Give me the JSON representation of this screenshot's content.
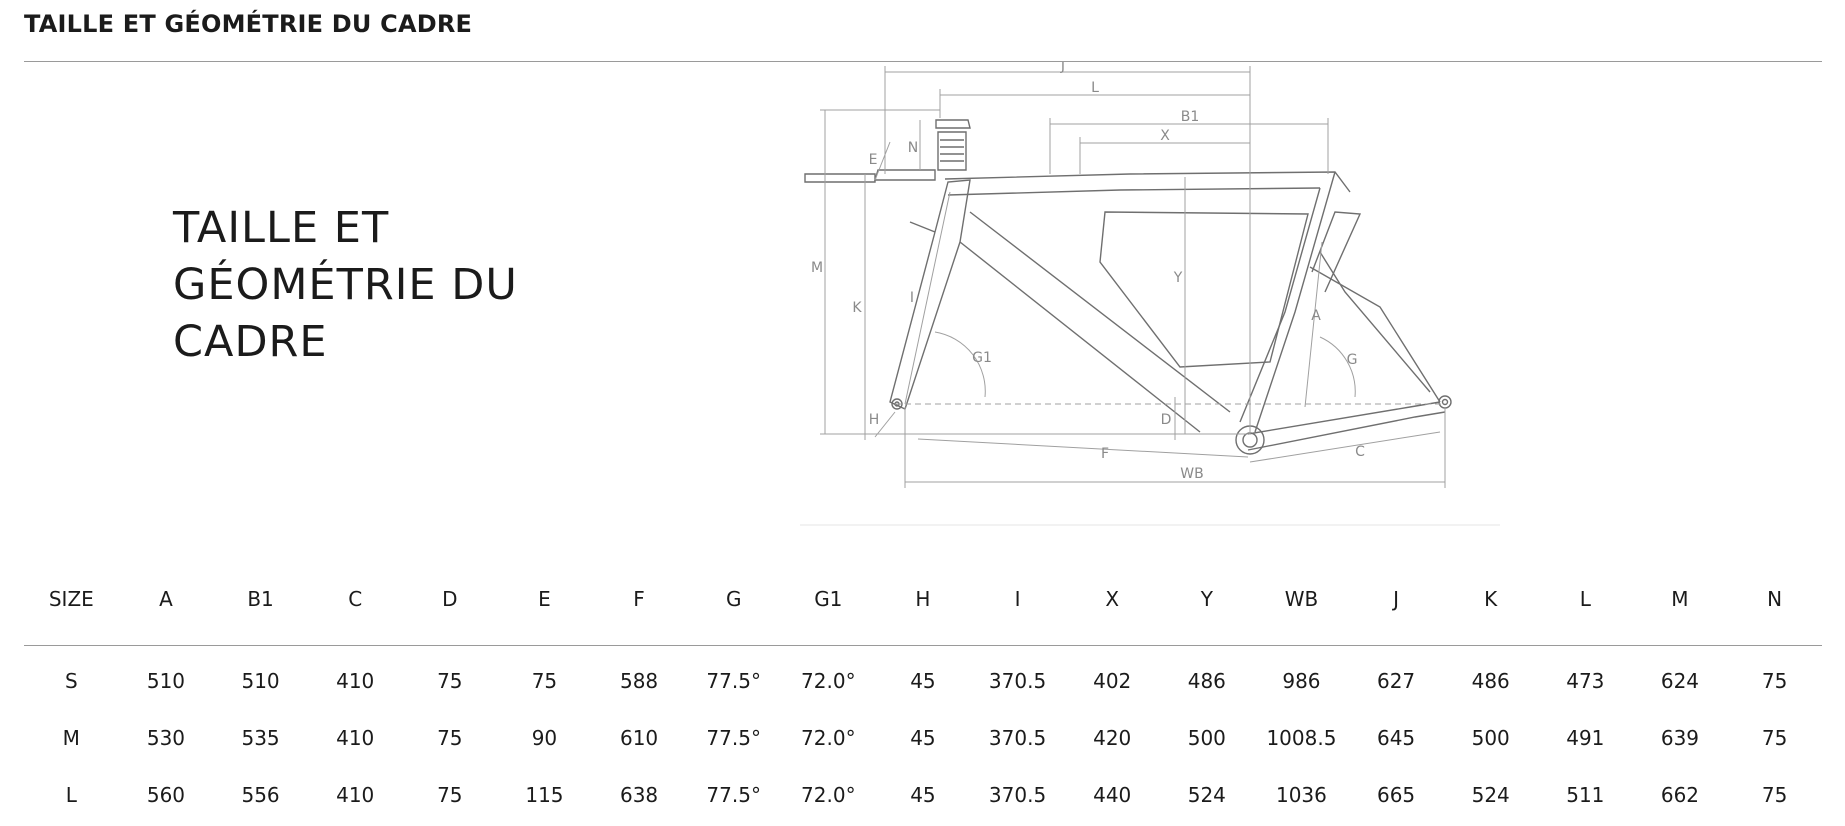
{
  "header": {
    "title": "TAILLE ET GÉOMÉTRIE DU CADRE"
  },
  "hero": {
    "lines": [
      "TAILLE ET",
      "GÉOMÉTRIE DU",
      "CADRE"
    ]
  },
  "diagram": {
    "labels": {
      "J": "J",
      "L": "L",
      "B1": "B1",
      "X": "X",
      "N": "N",
      "E": "E",
      "M": "M",
      "K": "K",
      "I": "I",
      "Y": "Y",
      "A": "A",
      "G1": "G1",
      "G": "G",
      "H": "H",
      "D": "D",
      "F": "F",
      "C": "C",
      "WB": "WB"
    }
  },
  "table": {
    "headers": [
      "SIZE",
      "A",
      "B1",
      "C",
      "D",
      "E",
      "F",
      "G",
      "G1",
      "H",
      "I",
      "X",
      "Y",
      "WB",
      "J",
      "K",
      "L",
      "M",
      "N"
    ],
    "rows": [
      [
        "S",
        "510",
        "510",
        "410",
        "75",
        "75",
        "588",
        "77.5°",
        "72.0°",
        "45",
        "370.5",
        "402",
        "486",
        "986",
        "627",
        "486",
        "473",
        "624",
        "75"
      ],
      [
        "M",
        "530",
        "535",
        "410",
        "75",
        "90",
        "610",
        "77.5°",
        "72.0°",
        "45",
        "370.5",
        "420",
        "500",
        "1008.5",
        "645",
        "500",
        "491",
        "639",
        "75"
      ],
      [
        "L",
        "560",
        "556",
        "410",
        "75",
        "115",
        "638",
        "77.5°",
        "72.0°",
        "45",
        "370.5",
        "440",
        "524",
        "1036",
        "665",
        "524",
        "511",
        "662",
        "75"
      ]
    ]
  }
}
